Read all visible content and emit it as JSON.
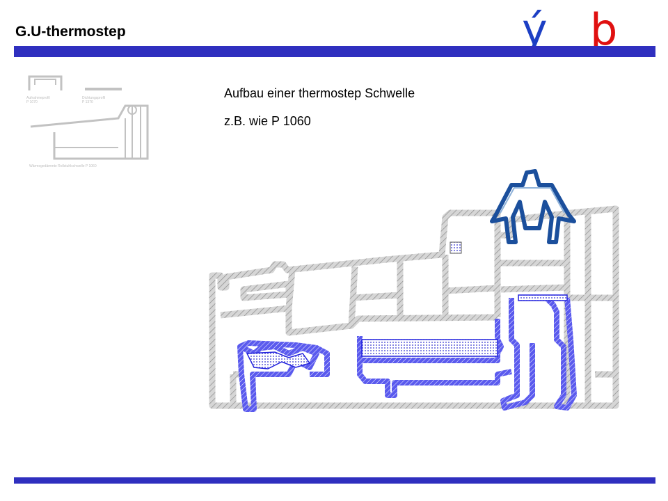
{
  "header": {
    "title": "G.U-thermostep"
  },
  "logo": {
    "left_glyph": "ý",
    "right_glyph": "þ",
    "left_color": "#1c3fc4",
    "right_color": "#e01010"
  },
  "content": {
    "line1": "Aufbau einer thermostep Schwelle",
    "line2": "z.B. wie P 1060"
  },
  "thumbnail": {
    "label_left_top": "Aufnahmeprofil",
    "label_left_bottom": "P 1070",
    "label_right_top": "Dichtungsprofil",
    "label_right_bottom": "P 1370",
    "label_bottom": "Wärmegedämmte Rollstuhlschwelle P 1060"
  },
  "colors": {
    "accent_bar": "#2f2fbf",
    "profile_grey": "#a8a8a8",
    "insulation_blue": "#2222dd",
    "cap_blue": "#1b4f9c"
  }
}
